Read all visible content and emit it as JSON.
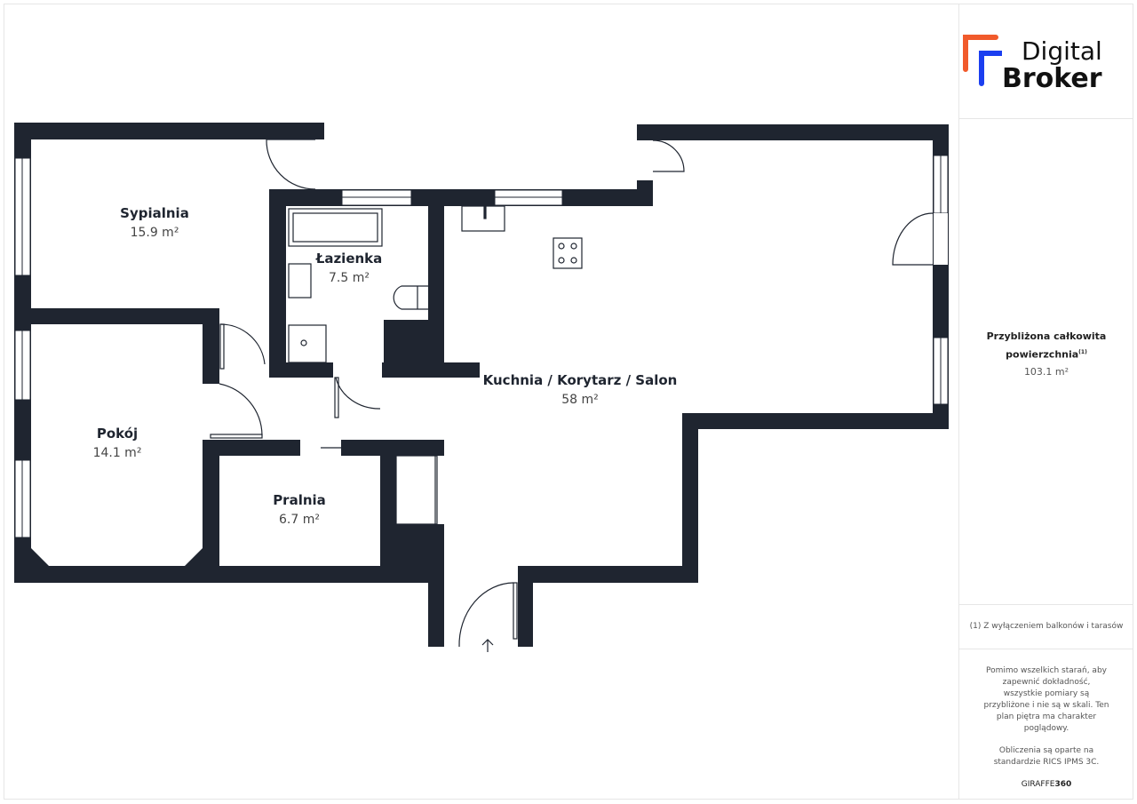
{
  "brand": {
    "line1": "Digital",
    "line2": "Broker",
    "accent_orange": "#f15a2b",
    "accent_blue": "#1b3ff0"
  },
  "rooms": [
    {
      "name": "Sypialnia",
      "area": "15.9 m²"
    },
    {
      "name": "Łazienka",
      "area": "7.5 m²"
    },
    {
      "name": "Kuchnia / Korytarz / Salon",
      "area": "58 m²"
    },
    {
      "name": "Pokój",
      "area": "14.1 m²"
    },
    {
      "name": "Pralnia",
      "area": "6.7 m²"
    }
  ],
  "summary": {
    "label_line1": "Przybliżona całkowita",
    "label_line2": "powierzchnia",
    "footnote_mark": "(1)",
    "total": "103.1 m²"
  },
  "footnote": "(1) Z wyłączeniem balkonów i tarasów",
  "disclaimer": {
    "p1": "Pomimo wszelkich starań, aby zapewnić dokładność, wszystkie pomiary są przybliżone i nie są w skali. Ten plan piętra ma charakter poglądowy.",
    "p2": "Obliczenia są oparte na standardzie RICS IPMS 3C.",
    "credit_a": "GIRAFFE",
    "credit_b": "360"
  },
  "colors": {
    "wall": "#1f2530"
  }
}
